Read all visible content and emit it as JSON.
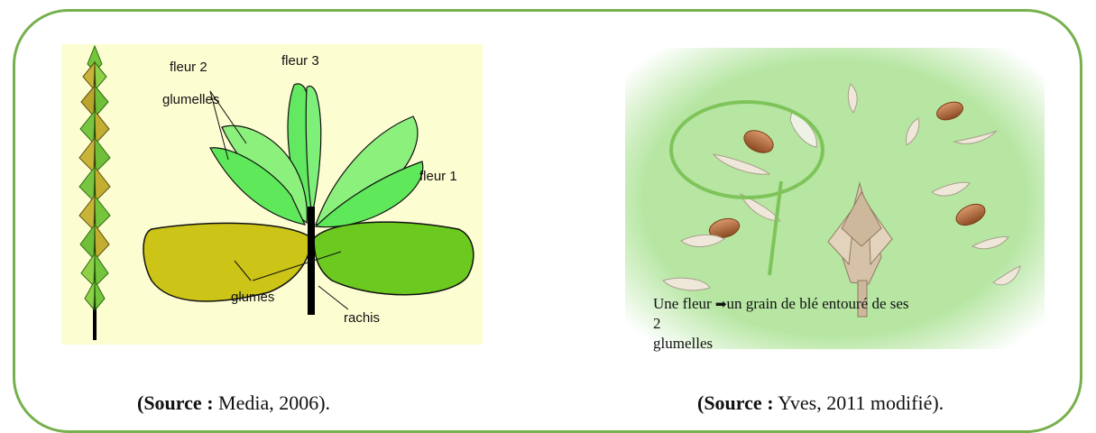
{
  "figure": {
    "left_labels": {
      "fleur2": "fleur 2",
      "fleur3": "fleur 3",
      "glumelles": "glumelles",
      "fleur1": "fleur 1",
      "glumes": "glumes",
      "rachis": "rachis"
    },
    "right_caption": {
      "part1": "Une fleur",
      "arrow_icon": "right-arrow-icon",
      "part2": "un grain de blé entouré de ses 2",
      "part3": "glumelles"
    },
    "sources": {
      "left_bold": "(Source :",
      "left_text": " Media, 2006).",
      "right_bold": "(Source :",
      "right_text": " Yves, 2011 modifié)."
    }
  },
  "colors": {
    "frame": "#77b04e",
    "left_background": "#fdfdd2",
    "right_background": "#b6e6a2",
    "circle": "#7fc45a"
  }
}
